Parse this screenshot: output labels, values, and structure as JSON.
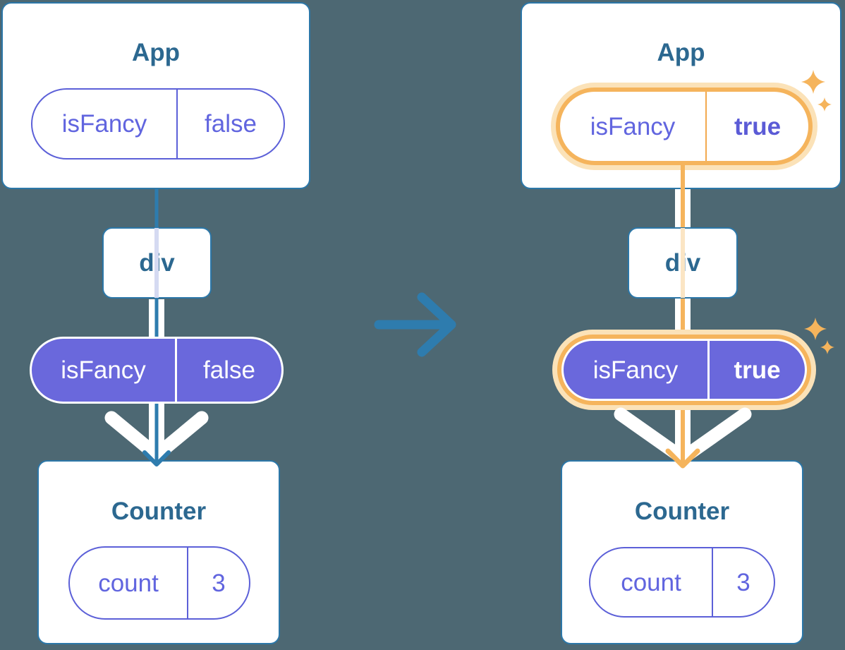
{
  "palette": {
    "background": "#4D6873",
    "card_border_blue": "#2C77A8",
    "heading_blue": "#2C6890",
    "tree_line_blue": "#2E7CAE",
    "purple_fill": "#6A68DC",
    "purple_outline": "#5C60D8",
    "purple_text": "#6165DF",
    "white": "#FFFFFF",
    "highlight_orange": "#F5B45C",
    "highlight_orange_pale": "#FBE2B8",
    "faint_lavender": "#D5DAF2",
    "faint_orange": "#FBE5C4"
  },
  "icons": {
    "transition_arrow": "right-arrow",
    "sparkle": "four-point-star",
    "props_flow": "double-white-chevron"
  },
  "before": {
    "app": {
      "title": "App",
      "prop": {
        "label": "isFancy",
        "value": "false"
      }
    },
    "container": {
      "title": "div"
    },
    "passed_prop": {
      "label": "isFancy",
      "value": "false"
    },
    "counter": {
      "title": "Counter",
      "state": {
        "label": "count",
        "value": "3"
      }
    }
  },
  "after": {
    "app": {
      "title": "App",
      "prop": {
        "label": "isFancy",
        "value": "true"
      }
    },
    "container": {
      "title": "div"
    },
    "passed_prop": {
      "label": "isFancy",
      "value": "true"
    },
    "counter": {
      "title": "Counter",
      "state": {
        "label": "count",
        "value": "3"
      }
    }
  }
}
